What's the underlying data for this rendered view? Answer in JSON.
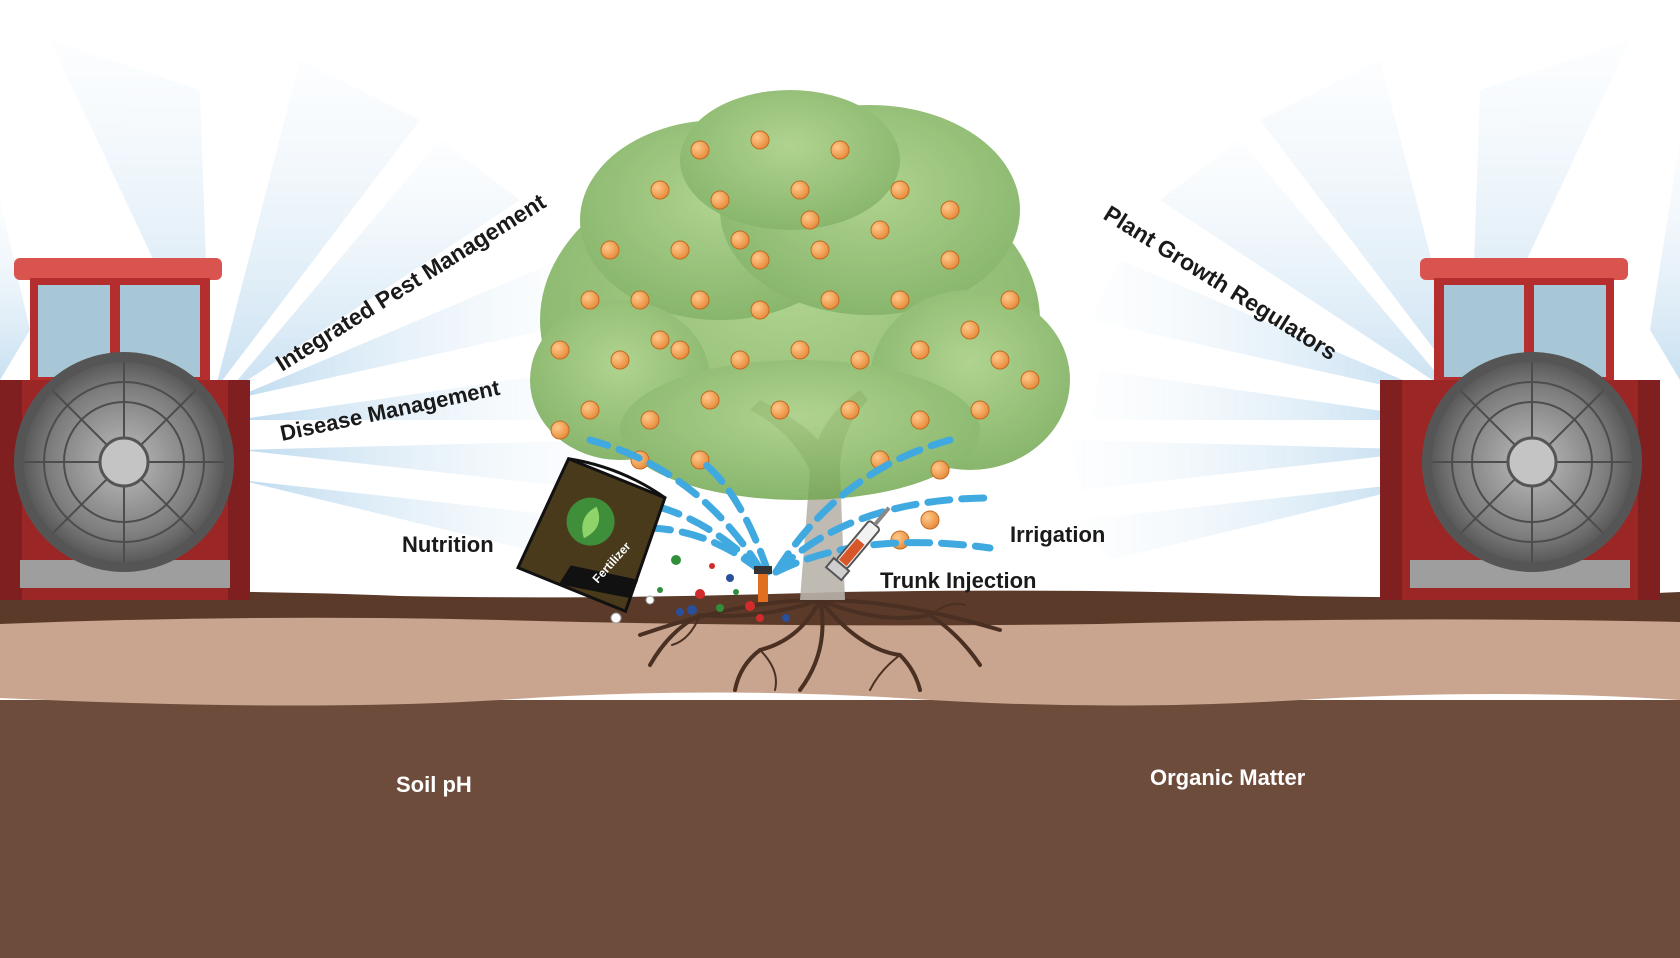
{
  "labels": {
    "integrated_pest_management": "Integrated Pest Management",
    "disease_management": "Disease Management",
    "plant_growth_regulators": "Plant Growth Regulators",
    "nutrition": "Nutrition",
    "irrigation": "Irrigation",
    "trunk_injection": "Trunk Injection",
    "soil_ph": "Soil pH",
    "organic_matter": "Organic Matter"
  },
  "fertilizer_bag_text": "Fertilizer",
  "colors": {
    "spray_mist": "#cfe3f2",
    "tractor_red": "#b52e2e",
    "tractor_cab_roof": "#d9534f",
    "fan_grey": "#8a8a8a",
    "foliage_green": "#8fbf6a",
    "fruit_orange": "#f0a050",
    "irrigation_dash": "#3fa9e0",
    "topsoil_dark": "#5c3a2a",
    "subsoil_light": "#c9a58f",
    "deep_soil": "#6e4c3c",
    "label_dark": "#1a1a1a",
    "label_light": "#ffffff"
  },
  "icons": [
    "tractor-icon",
    "fan-icon",
    "tree-icon",
    "fertilizer-bag-icon",
    "sprinkler-icon",
    "syringe-icon",
    "roots-icon"
  ]
}
